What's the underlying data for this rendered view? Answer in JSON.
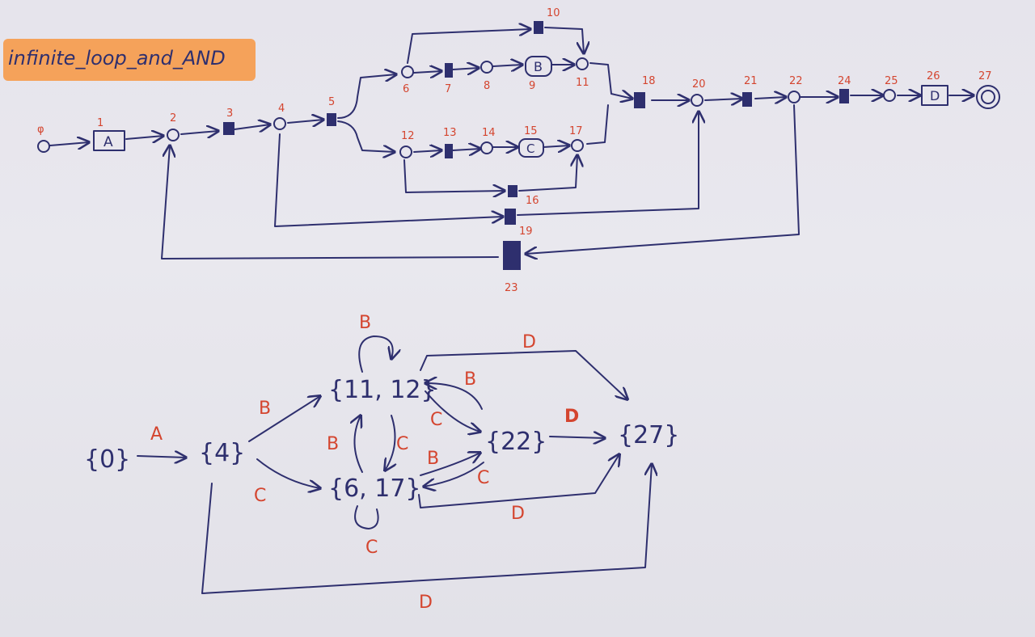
{
  "title": "infinite_loop_and_AND",
  "colors": {
    "ink": "#2e2f6e",
    "label": "#d4452f",
    "highlight": "#f5a25a",
    "paper": "#e7e6ec"
  },
  "top_net": {
    "node_numbers": {
      "n0": "φ",
      "n1": "1",
      "n2": "2",
      "n3": "3",
      "n4": "4",
      "n5": "5",
      "n6": "6",
      "n7": "7",
      "n8": "8",
      "n9": "9",
      "n10": "10",
      "n11": "11",
      "n12": "12",
      "n13": "13",
      "n14": "14",
      "n15": "15",
      "n16": "16",
      "n17": "17",
      "n18": "18",
      "n19": "19",
      "n20": "20",
      "n21": "21",
      "n22": "22",
      "n23": "23",
      "n24": "24",
      "n25": "25",
      "n26": "26",
      "n27": "27"
    },
    "task_labels": {
      "A": "A",
      "B": "B",
      "C": "C",
      "D": "D"
    }
  },
  "bottom_graph": {
    "states": {
      "s0": "{0}",
      "s4": "{4}",
      "s11_12": "{11, 12}",
      "s6_17": "{6, 17}",
      "s22": "{22}",
      "s27": "{27}"
    },
    "edges": {
      "s0_s4": "A",
      "s4_s11_12": "B",
      "s4_s6_17": "C",
      "loop_s11_12": "B",
      "loop_s6_17": "C",
      "s6_17_to_s11_12": "B",
      "s11_12_to_s6_17": "C",
      "s11_12_to_s22": "C",
      "s22_to_s11_12": "B",
      "s6_17_to_s22": "B",
      "s22_to_s6_17": "C",
      "s11_12_to_s27": "D",
      "s22_to_s27": "D",
      "s6_17_to_s27": "D",
      "s4_to_s27": "D"
    }
  }
}
